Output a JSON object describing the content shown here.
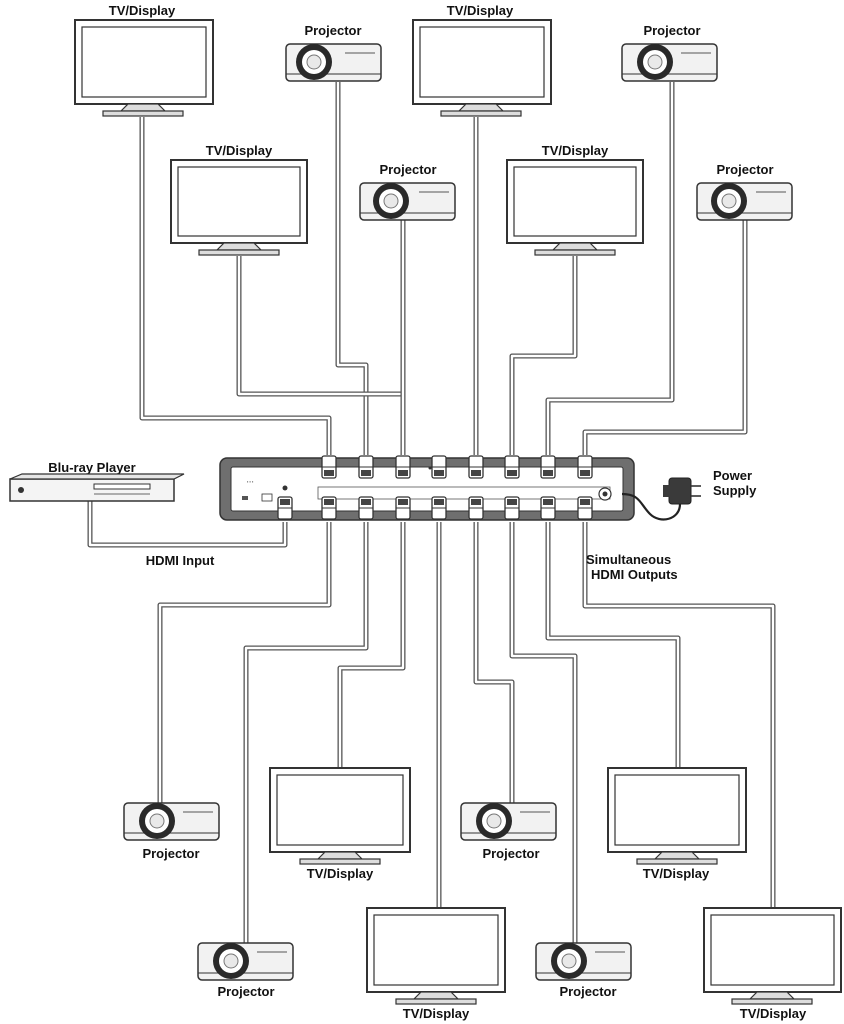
{
  "colors": {
    "line": "#333333",
    "panel": "#6f6f6f",
    "screen_fill": "#ffffff",
    "projector_body": "#f2f2f2",
    "lens_dark": "#2a2a2a"
  },
  "labels": {
    "tv": "TV/Display",
    "projector": "Projector",
    "source": "Blu-ray Player",
    "hdmi_input": "HDMI Input",
    "outputs_line1": "Simultaneous",
    "outputs_line2": "HDMI Outputs",
    "power_line1": "Power",
    "power_line2": "Supply"
  },
  "devices": {
    "top": [
      "tv",
      "projector",
      "tv",
      "projector",
      "tv",
      "projector",
      "tv",
      "projector"
    ],
    "bottom": [
      "projector",
      "projector",
      "tv",
      "tv",
      "projector",
      "projector",
      "tv",
      "tv"
    ]
  }
}
